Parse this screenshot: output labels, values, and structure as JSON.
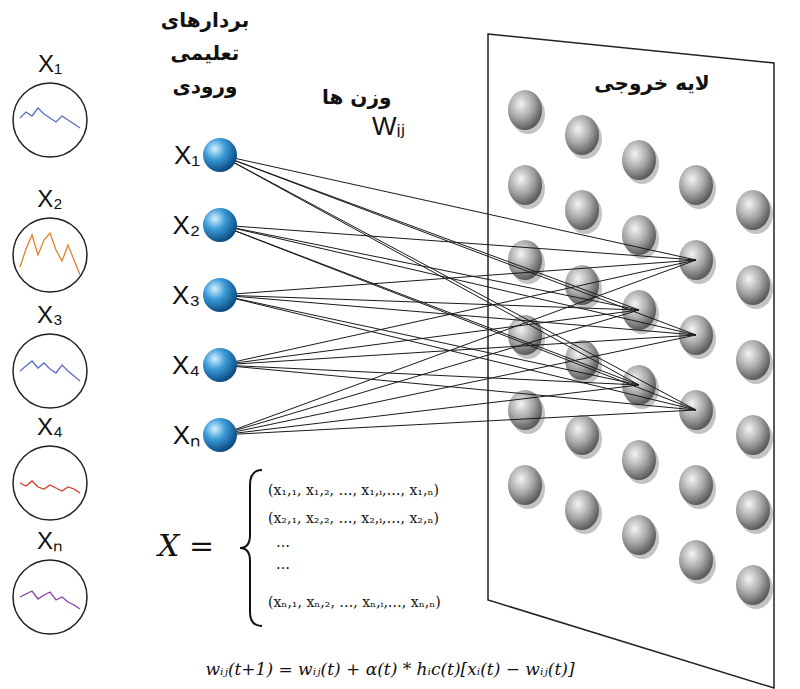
{
  "diagram": {
    "nodes": [
      {
        "text": [
          "X₁"
        ]
      },
      {
        "text": [
          "X₂"
        ]
      },
      {
        "text": [
          "X₃"
        ]
      },
      {
        "text": [
          "X₄"
        ]
      },
      {
        "text": [
          "Xₙ"
        ]
      },
      {
        "text": [
          "X₁"
        ]
      },
      {
        "text": [
          "X₂"
        ]
      },
      {
        "text": [
          "X₃"
        ]
      },
      {
        "text": [
          "X₄"
        ]
      },
      {
        "text": [
          "Xₙ"
        ]
      },
      {
        "text": [
          "لایه خروجی"
        ]
      }
    ],
    "labels": [
      "بردارهای تعلیمی ورودی",
      "وزن ها",
      "Wᵢⱼ",
      "X =",
      "(x₁,₁, x₁,₂, …, x₁,ᵢ,…, x₁,ₙ)",
      "(x₂,₁, x₂,₂, …, x₂,ᵢ,…, x₂,ₙ)",
      "…",
      "…",
      "(xₙ,₁, xₙ,₂, …, xₙ,ᵢ,…, xₙ,ₙ)",
      "wᵢⱼ(t+1) = wᵢⱼ(t) + α(t) * hᵢc(t)[xᵢ(t) − wᵢⱼ(t)]"
    ]
  }
}
